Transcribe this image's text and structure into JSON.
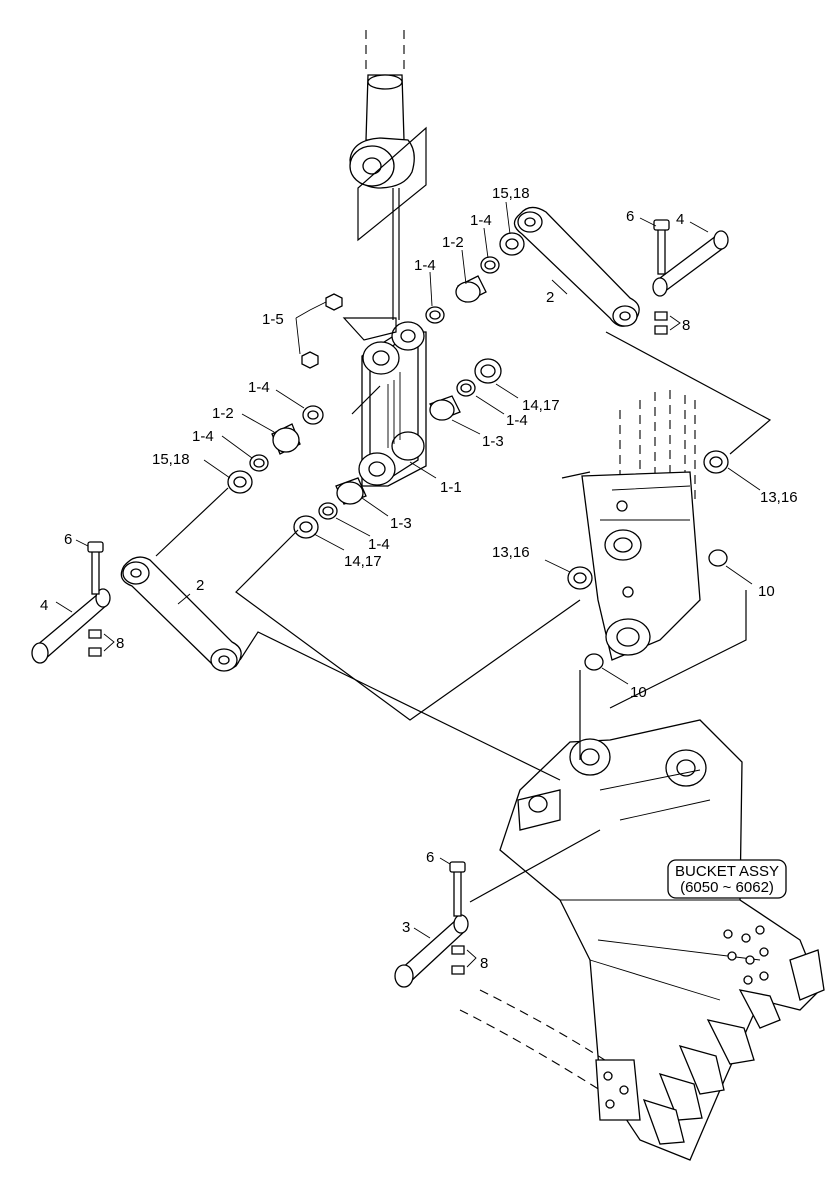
{
  "callouts": {
    "c_1_5": "1-5",
    "c_1_4_top": "1-4",
    "c_1_2_top": "1-2",
    "c_1_4_top2": "1-4",
    "c_15_18_top": "15,18",
    "c_6_top": "6",
    "c_4_top": "4",
    "c_2_top": "2",
    "c_8_top": "8",
    "c_1_4_left1": "1-4",
    "c_1_2_left": "1-2",
    "c_1_4_left2": "1-4",
    "c_15_18_left": "15,18",
    "c_14_17_right": "14,17",
    "c_1_4_right": "1-4",
    "c_1_3_right": "1-3",
    "c_1_1": "1-1",
    "c_1_3_low": "1-3",
    "c_1_4_low": "1-4",
    "c_14_17_low": "14,17",
    "c_13_16_right": "13,16",
    "c_13_16_mid": "13,16",
    "c_10_right": "10",
    "c_10_mid": "10",
    "c_6_left": "6",
    "c_4_left": "4",
    "c_2_left": "2",
    "c_8_left": "8",
    "c_6_bottom": "6",
    "c_3_bottom": "3",
    "c_8_bottom": "8"
  },
  "bucket_box": {
    "line1": "BUCKET ASSY",
    "line2": "(6050 ~ 6062)"
  }
}
